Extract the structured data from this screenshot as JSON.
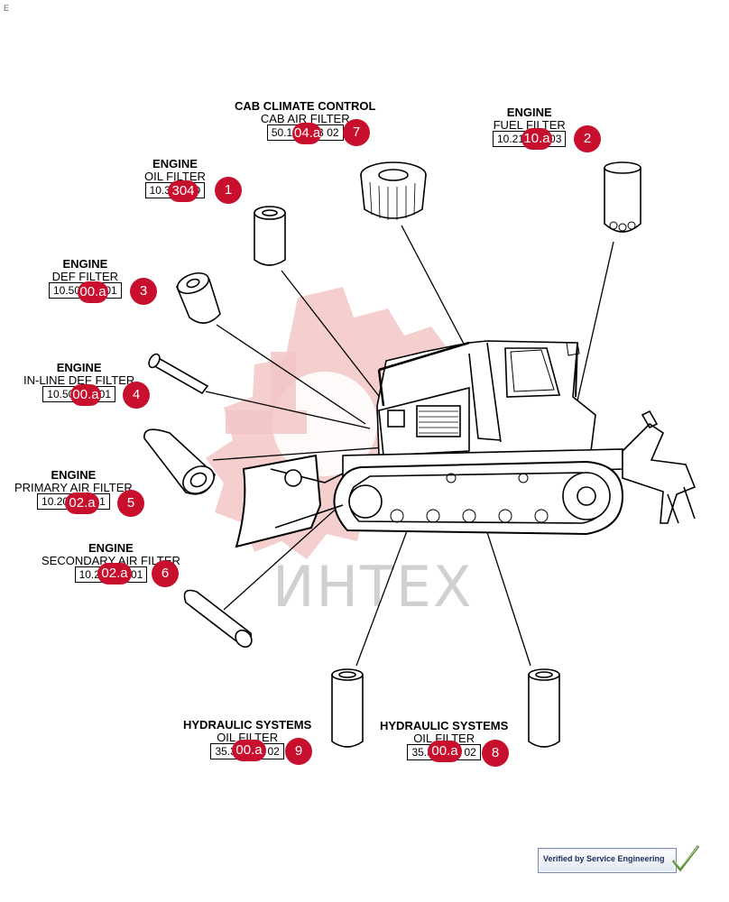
{
  "page": {
    "corner_mark": "E"
  },
  "watermark": {
    "text": "ИНТЕХ"
  },
  "callouts": [
    {
      "id": "7",
      "category": "CAB CLIMATE CONTROL",
      "description": "CAB AIR FILTER",
      "part_ref": "50.104.a.B 02",
      "hotspot": "04.a"
    },
    {
      "id": "2",
      "category": "ENGINE",
      "description": "FUEL FILTER",
      "part_ref": "10.210.aB 03",
      "hotspot": "10.a"
    },
    {
      "id": "1",
      "category": "ENGINE",
      "description": "OIL FILTER",
      "part_ref": "10.304.AD",
      "hotspot": "304"
    },
    {
      "id": "3",
      "category": "ENGINE",
      "description": "DEF FILTER",
      "part_ref": "10.500.aA 01",
      "hotspot": "00.a"
    },
    {
      "id": "4",
      "category": "ENGINE",
      "description": "IN-LINE DEF FILTER",
      "part_ref": "10.500.aA 01",
      "hotspot": "00.a"
    },
    {
      "id": "5",
      "category": "ENGINE",
      "description": "PRIMARY AIR FILTER",
      "part_ref": "10.202.aA 01",
      "hotspot": "02.a"
    },
    {
      "id": "6",
      "category": "ENGINE",
      "description": "SECONDARY AIR FILTER",
      "part_ref": "10.202.aA 01",
      "hotspot": "02.a"
    },
    {
      "id": "9",
      "category": "HYDRAULIC SYSTEMS",
      "description": "OIL FILTER",
      "part_ref": "35.300.aB 02",
      "hotspot": "00.a"
    },
    {
      "id": "8",
      "category": "HYDRAULIC SYSTEMS",
      "description": "OIL FILTER",
      "part_ref": "35.300.aB 02",
      "hotspot": "00.a"
    }
  ],
  "badge": {
    "text": "Verified by Service Engineering",
    "check_icon": "checkmark-icon"
  },
  "colors": {
    "marker": "#c8102e",
    "watermark": "#f0c0c0",
    "line": "#000000"
  }
}
